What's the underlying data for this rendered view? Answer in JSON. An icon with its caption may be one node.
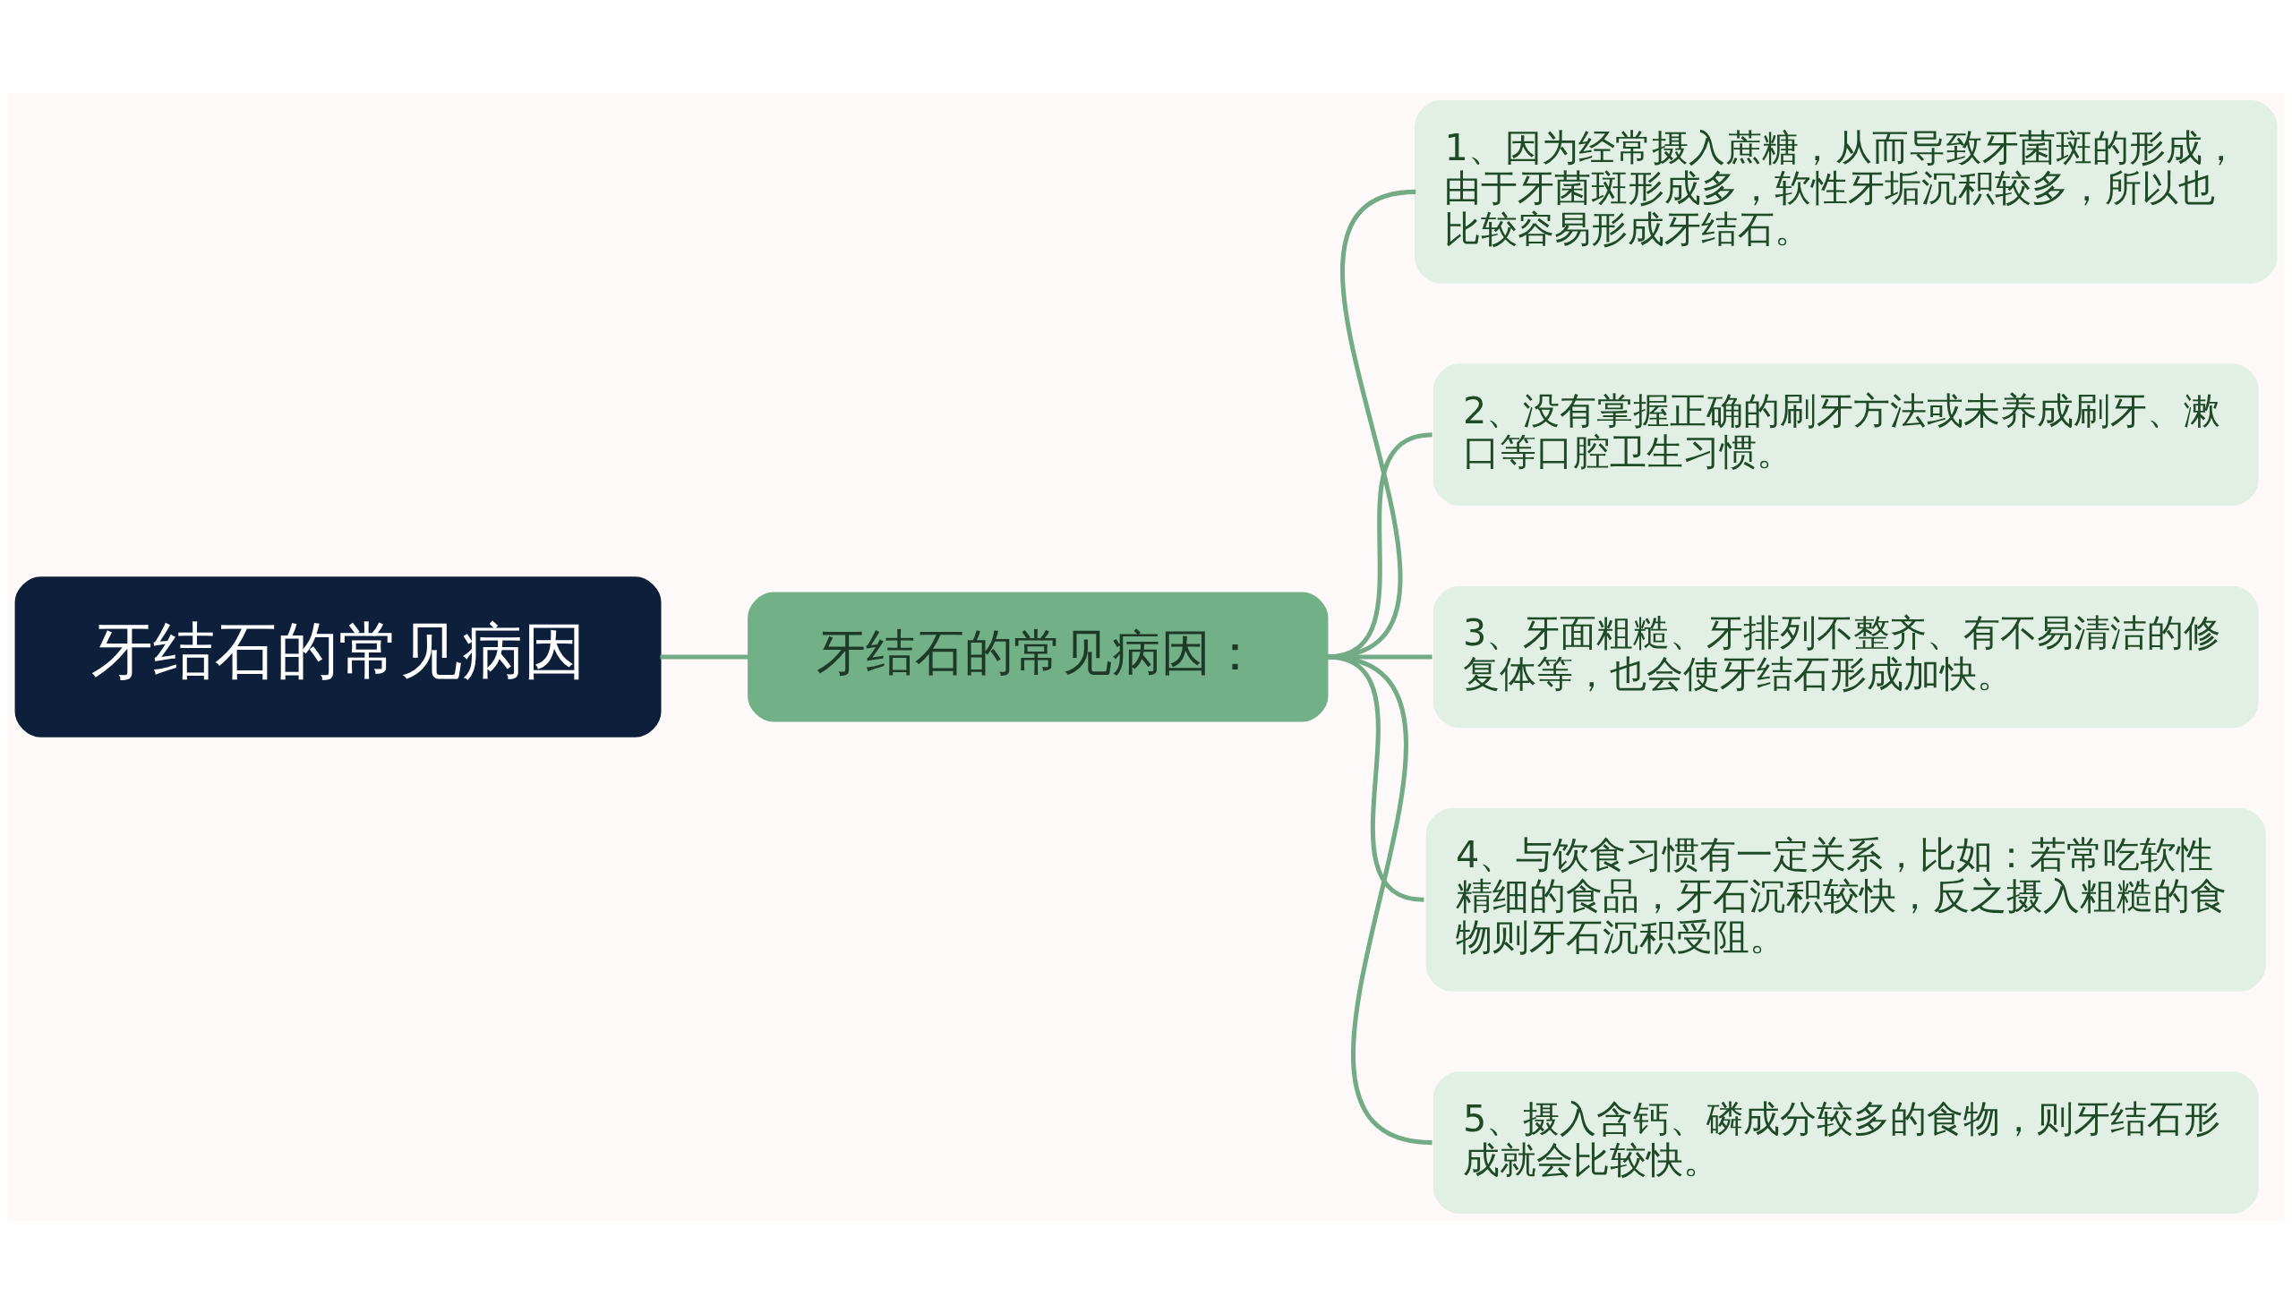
{
  "diagram": {
    "nodes": [
      {
        "text": [
          "牙结石的常见病因"
        ]
      },
      {
        "text": [
          "牙结石的常见病因："
        ]
      },
      {
        "text": [
          "1、因为经常摄入蔗糖，从而导致牙菌斑的形成，由于牙菌斑形成多，软性牙垢沉积较多，所以也比较容易形成牙结石。"
        ]
      },
      {
        "text": [
          "2、没有掌握正确的刷牙方法或未养成刷牙、漱口等口腔卫生习惯。"
        ]
      },
      {
        "text": [
          "3、牙面粗糙、牙排列不整齐、有不易清洁的修复体等，也会使牙结石形成加快。"
        ]
      },
      {
        "text": [
          "4、与饮食习惯有一定关系，比如：若常吃软性精细的食品，牙石沉积较快，反之摄入粗糙的食物则牙石沉积受阻。"
        ]
      },
      {
        "text": [
          "5、摄入含钙、磷成分较多的食物，则牙结石形成就会比较快。"
        ]
      }
    ],
    "edges": [
      {
        "from": 0,
        "to": 1,
        "arrow": "none"
      },
      {
        "from": 1,
        "to": 2,
        "arrow": "none"
      },
      {
        "from": 1,
        "to": 3,
        "arrow": "none"
      },
      {
        "from": 1,
        "to": 4,
        "arrow": "none"
      },
      {
        "from": 1,
        "to": 5,
        "arrow": "none"
      },
      {
        "from": 1,
        "to": 6,
        "arrow": "none"
      }
    ]
  }
}
